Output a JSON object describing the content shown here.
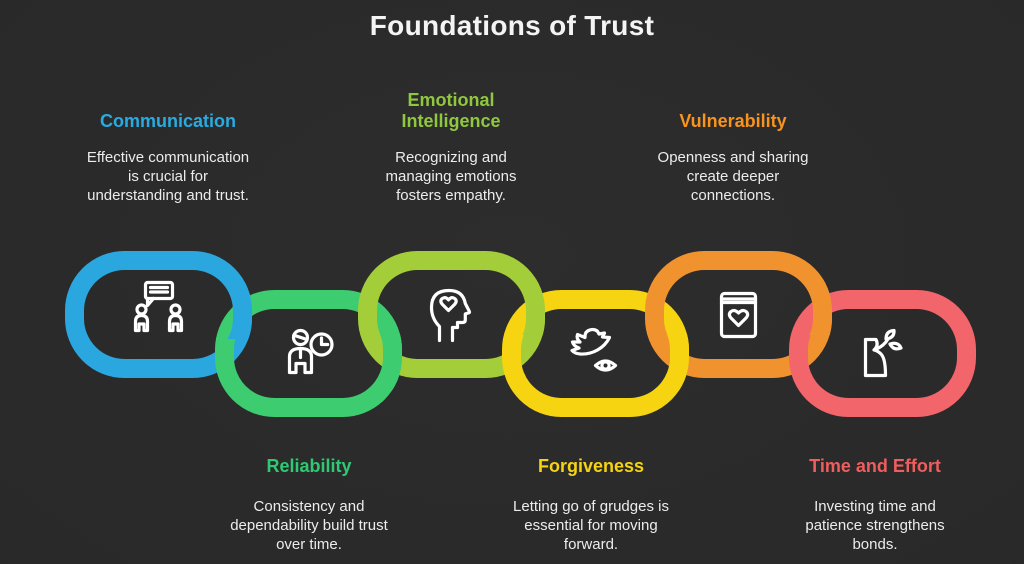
{
  "title": "Foundations of Trust",
  "background": "#2a2a2a",
  "text_color": "#ececec",
  "items": [
    {
      "id": "communication",
      "label": "Communication",
      "accent": "#29ABE2",
      "link_color": "#2BA7E0",
      "icon": "people-conversation-icon",
      "description_lines": [
        "Effective communication",
        "is crucial for",
        "understanding and trust."
      ],
      "position": "top"
    },
    {
      "id": "reliability",
      "label": "Reliability",
      "accent": "#2FC873",
      "link_color": "#3ECC71",
      "icon": "person-clock-icon",
      "description_lines": [
        "Consistency and",
        "dependability build trust",
        "over time."
      ],
      "position": "bottom"
    },
    {
      "id": "emotional-intelligence",
      "label": "Emotional\nIntelligence",
      "accent": "#8FC73E",
      "link_color": "#A4CE39",
      "icon": "head-heart-icon",
      "description_lines": [
        "Recognizing and",
        "managing emotions",
        "fosters empathy."
      ],
      "position": "top"
    },
    {
      "id": "forgiveness",
      "label": "Forgiveness",
      "accent": "#F5D313",
      "link_color": "#F6D411",
      "icon": "dove-eye-icon",
      "description_lines": [
        "Letting go of grudges is",
        "essential for moving",
        "forward."
      ],
      "position": "bottom"
    },
    {
      "id": "vulnerability",
      "label": "Vulnerability",
      "accent": "#F7931E",
      "link_color": "#F0932E",
      "icon": "book-heart-icon",
      "description_lines": [
        "Openness and sharing",
        "create deeper",
        "connections."
      ],
      "position": "top"
    },
    {
      "id": "time-and-effort",
      "label": "Time and Effort",
      "accent": "#EF5D5E",
      "link_color": "#F2656B",
      "icon": "plant-growth-icon",
      "description_lines": [
        "Investing time and",
        "patience strengthens",
        "bonds."
      ],
      "position": "bottom"
    }
  ]
}
